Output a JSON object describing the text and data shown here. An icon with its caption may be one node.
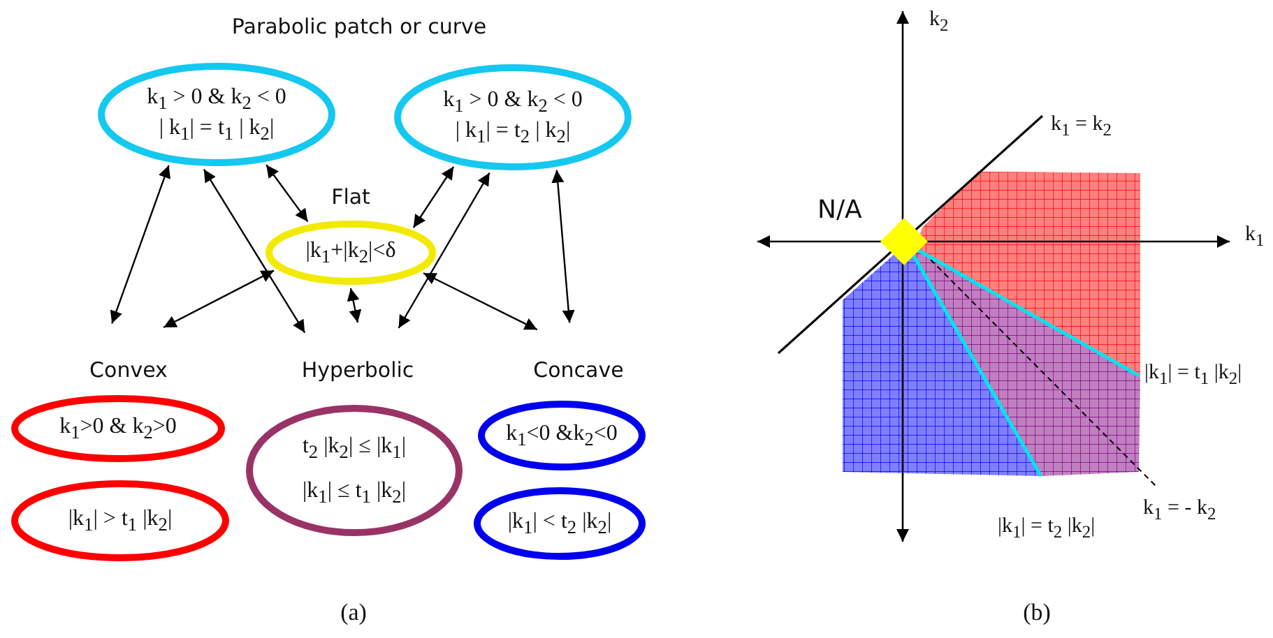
{
  "diagram": {
    "nodes": [
      {
        "text": [
          "k$_{1}$ > 0 & k$_{2}$ < 0",
          "| k$_{1}$| = t$_{1}$ | k$_{2}$|"
        ]
      },
      {
        "text": [
          "k$_{1}$ > 0 & k$_{2}$ < 0",
          "| k$_{1}$| = t$_{2}$ | k$_{2}$|"
        ]
      },
      {
        "text": [
          "Flat",
          "|k$_{1}$+|k$_{2}$|<δ"
        ]
      },
      {
        "text": [
          "Convex"
        ]
      },
      {
        "text": [
          "k$_{1}$>0 & k$_{2}$>0"
        ]
      },
      {
        "text": [
          "|k$_{1}$| > t$_{1}$ |k$_{2}$|"
        ]
      },
      {
        "text": [
          "Hyperbolic"
        ]
      },
      {
        "text": [
          "t$_{2}$ |k$_{2}$| ≤ |k$_{1}$|",
          "|k$_{1}$| ≤ t$_{1}$ |k$_{2}$|"
        ]
      },
      {
        "text": [
          "Concave"
        ]
      },
      {
        "text": [
          "k$_{1}$<0 &k$_{2}$<0"
        ]
      },
      {
        "text": [
          "|k$_{1}$| < t$_{2}$ |k$_{2}$|"
        ]
      }
    ],
    "edges": [
      {
        "from": 0,
        "to": 3,
        "arrow": "both"
      },
      {
        "from": 0,
        "to": 6,
        "arrow": "both"
      },
      {
        "from": 0,
        "to": 2,
        "arrow": "both"
      },
      {
        "from": 1,
        "to": 2,
        "arrow": "both"
      },
      {
        "from": 1,
        "to": 6,
        "arrow": "both"
      },
      {
        "from": 1,
        "to": 8,
        "arrow": "both"
      },
      {
        "from": 2,
        "to": 3,
        "arrow": "both"
      },
      {
        "from": 2,
        "to": 6,
        "arrow": "both"
      },
      {
        "from": 2,
        "to": 8,
        "arrow": "both"
      }
    ],
    "labels": [
      "Parabolic patch or curve",
      "k$_{2}$",
      "k$_{1}$ = k$_{2}$",
      "N/A",
      "k$_{1}$",
      "|k$_{1}$| = t$_{1}$ |k$_{2}$|",
      "k$_{1}$ = - k$_{2}$",
      "|k$_{1}$| = t$_{2}$ |k$_{2}$|",
      "(a)",
      "(b)"
    ]
  }
}
